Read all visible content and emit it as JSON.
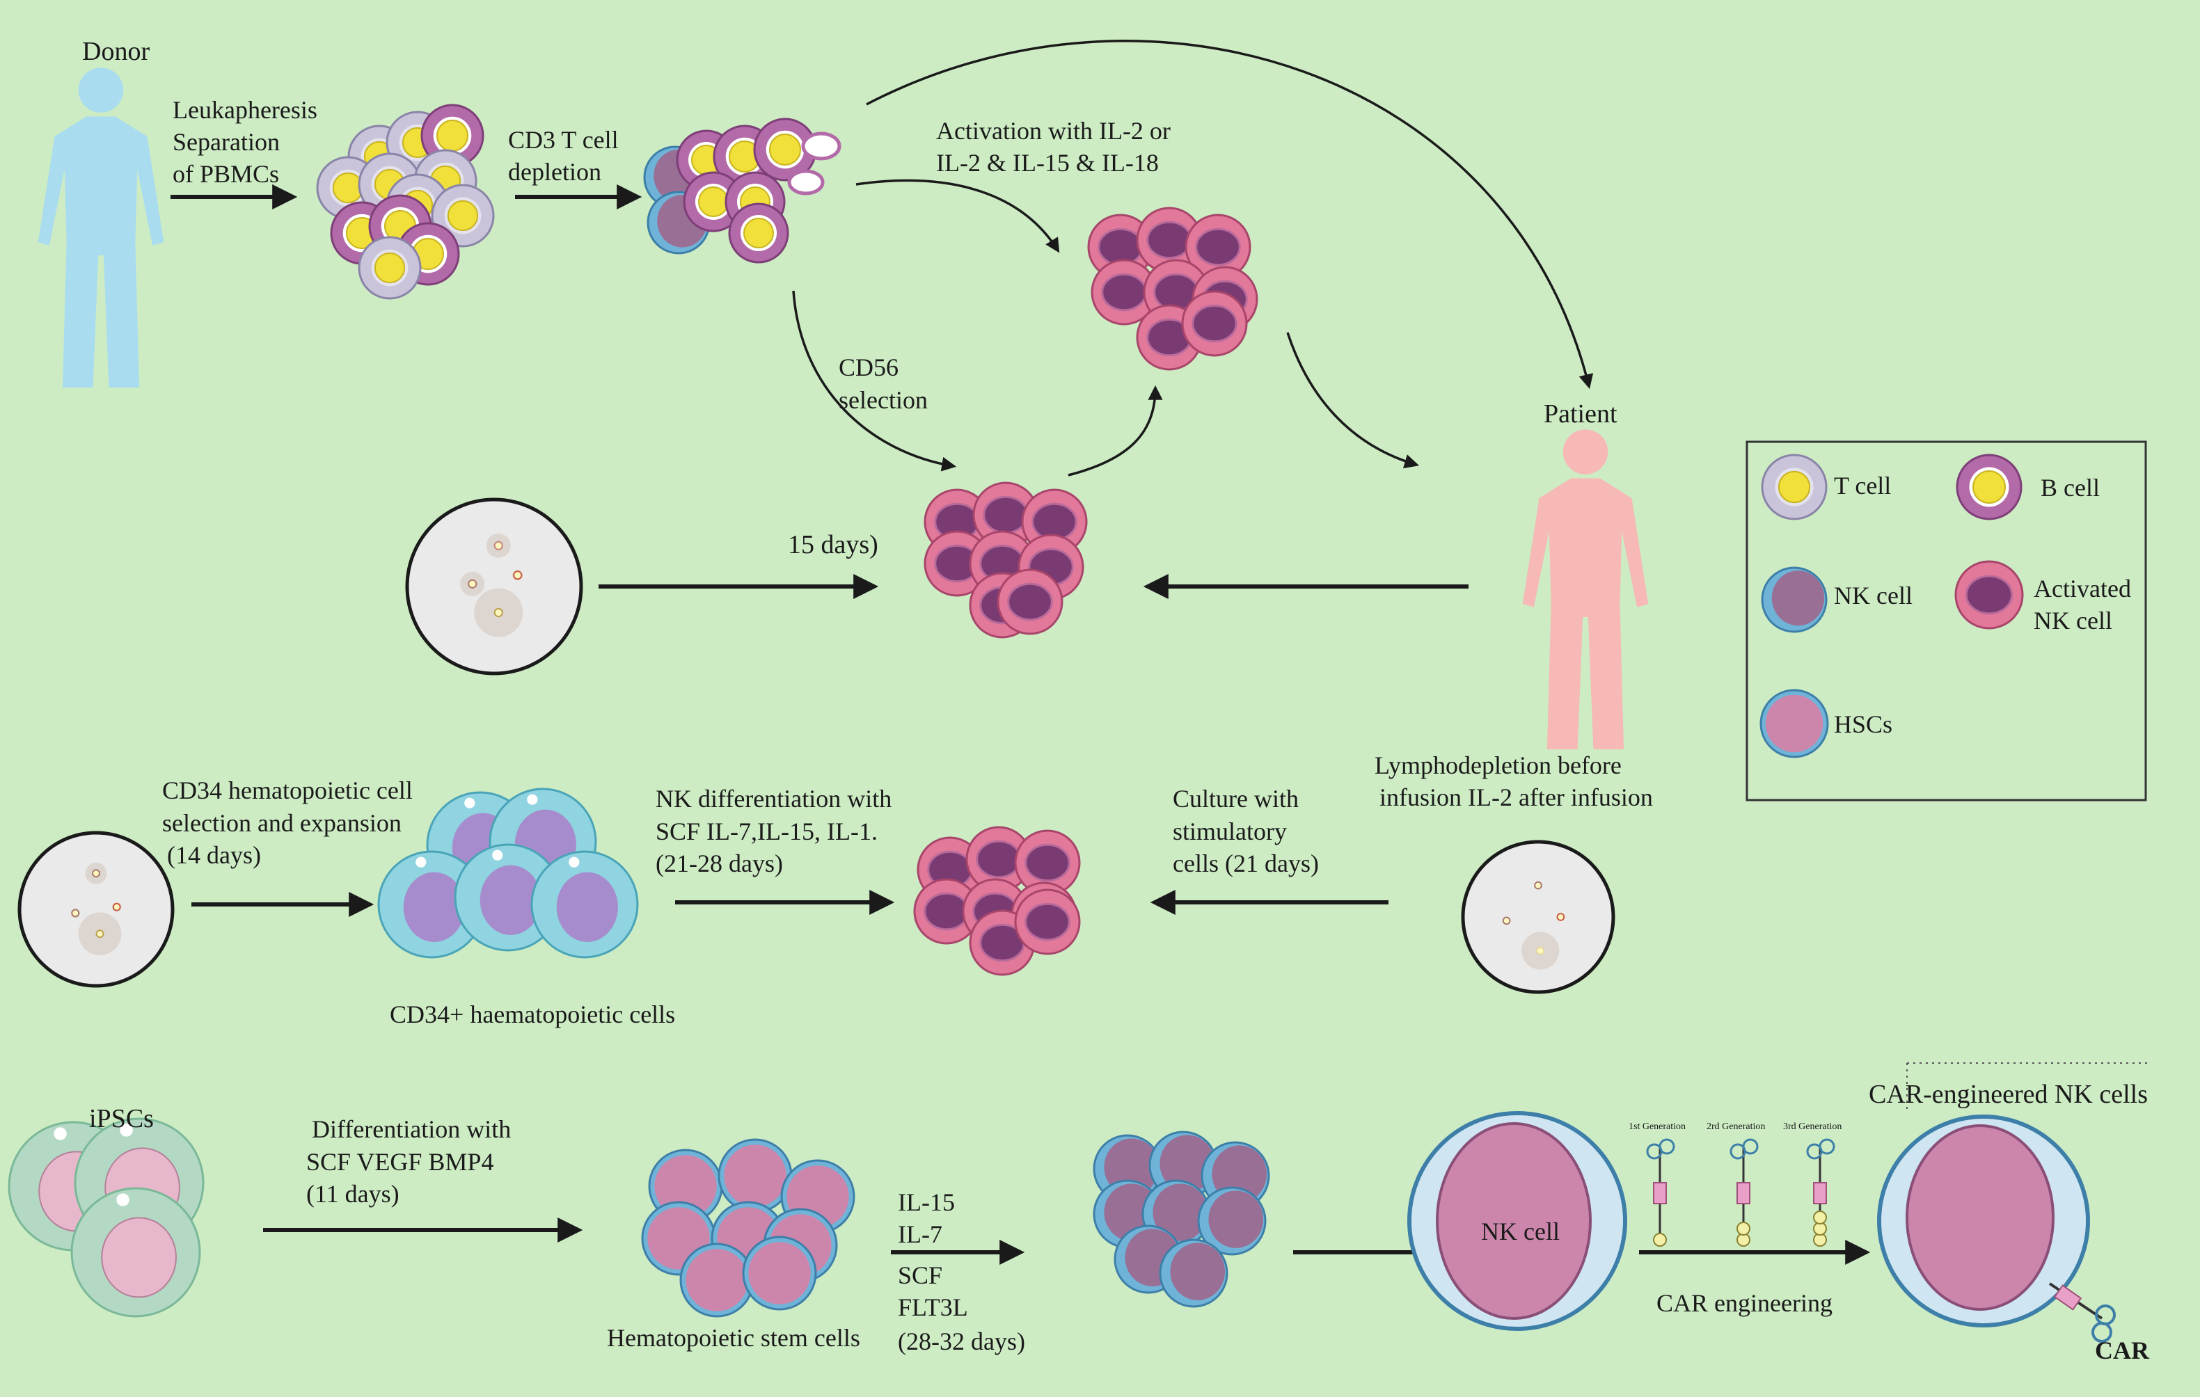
{
  "colors": {
    "background": "#cdecc4",
    "arrow": "#1a1a1a",
    "legend_border": "#333333",
    "human_donor": "#a9dcef",
    "human_patient": "#f6b9b6",
    "t_cell": "#c9c4d9",
    "b_cell": "#b36aa8",
    "nucleus": "#f1e03a",
    "nk_membrane": "#6fb4d8",
    "nk_body": "#9a6f96",
    "activated_nk": "#e2789a",
    "activated_nk_nucleus": "#7a3b73",
    "hsc_body": "#cc86ab",
    "cd34_body": "#8fd4e0",
    "cd34_nucleus": "#a68ccc",
    "ipsc_body": "#b3d9c4",
    "ipsc_nucleus": "#e7b8cb",
    "dish_fill": "#eaeaea"
  },
  "labels": {
    "donor": "Donor",
    "leuka_1": "Leukapheresis",
    "leuka_2": "Separation",
    "leuka_3": "of PBMCs",
    "cd3_1": "CD3 T cell",
    "cd3_2": "depletion",
    "activation_1": "Activation with IL-2  or",
    "activation_2": "IL-2 & IL-15 & IL-18",
    "cd56_1": "CD56",
    "cd56_2": "selection",
    "patient": "Patient",
    "days15": "15 days)",
    "lympho_1": "Lymphodepletion before",
    "lympho_2": "infusion IL-2 after infusion",
    "cd34_sel_1": "CD34 hematopoietic cell",
    "cd34_sel_2": "selection and expansion",
    "cd34_sel_3": "(14 days)",
    "nkdiff_1": "NK differentiation with",
    "nkdiff_2": "SCF IL-7,IL-15, IL-1.",
    "nkdiff_3": "(21-28 days)",
    "culture_1": "Culture with",
    "culture_2": "stimulatory",
    "culture_3": "cells (21 days)",
    "cd34_cells": "CD34+ haematopoietic cells",
    "ipscs": "iPSCs",
    "diff_1": "Differentiation with",
    "diff_2": "SCF  VEGF  BMP4",
    "diff_3": "(11 days)",
    "hsc_label": "Hematopoietic stem cells",
    "cyt_1": "IL-15",
    "cyt_2": "IL-7",
    "cyt_3": "SCF",
    "cyt_4": "FLT3L",
    "cyt_5": "(28-32 days)",
    "nk_cell": "NK cell",
    "car_engineered": "CAR-engineered NK cells",
    "gen1": "1st Generation",
    "gen2": "2rd Generation",
    "gen3": "3rd Generation",
    "car_engineering": "CAR engineering",
    "car": "CAR"
  },
  "legend": {
    "t_cell": "T cell",
    "b_cell": "B cell",
    "nk_cell": "NK cell",
    "activated_1": "Activated",
    "activated_2": "NK cell",
    "hscs": "HSCs"
  }
}
